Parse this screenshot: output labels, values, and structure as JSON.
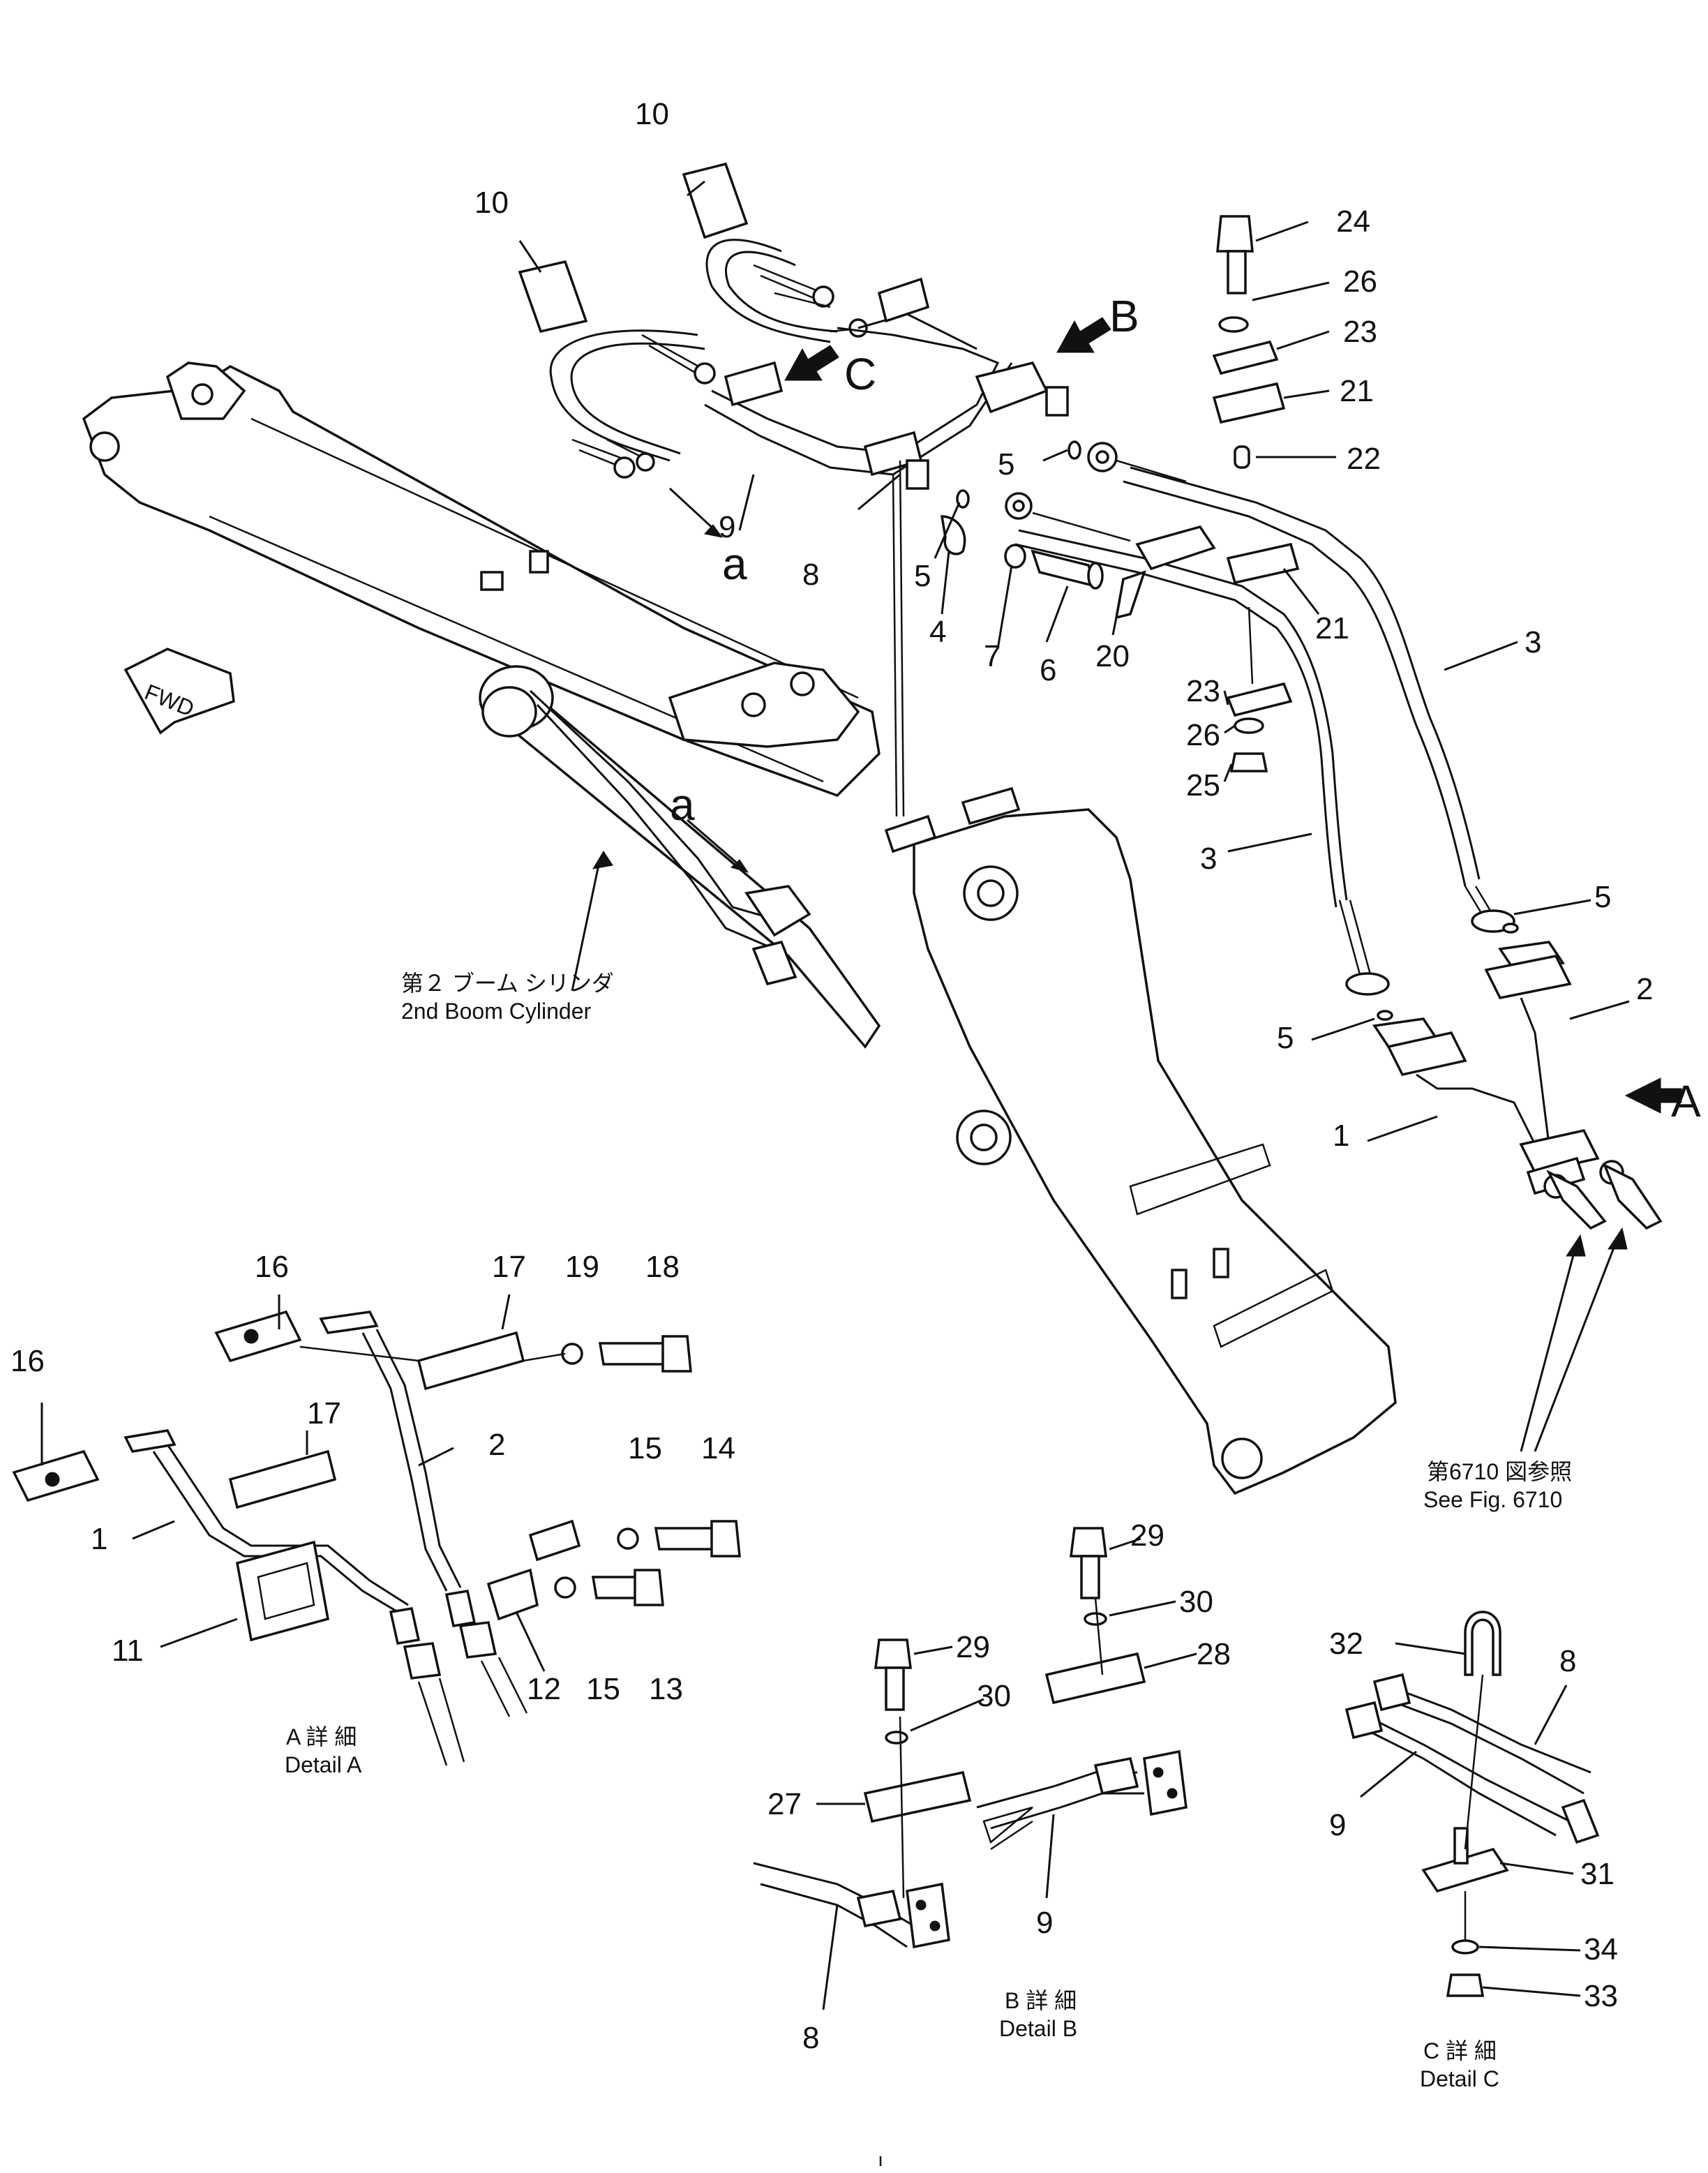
{
  "arrows": {
    "a": "A",
    "b": "B",
    "c": "C",
    "conn": "a"
  },
  "fwd_label": "FWD",
  "captions": {
    "boom_cyl_jp": "第２ ブーム シリンダ",
    "boom_cyl_en": "2nd Boom Cylinder",
    "see_fig_jp": "第6710 図参照",
    "see_fig_en": "See Fig. 6710",
    "detail_a_jp": "A 詳 細",
    "detail_a_en": "Detail A",
    "detail_b_jp": "B 詳 細",
    "detail_b_en": "Detail B",
    "detail_c_jp": "C 詳 細",
    "detail_c_en": "Detail C"
  },
  "callouts": {
    "n1": "1",
    "n2": "2",
    "n3": "3",
    "n4": "4",
    "n5": "5",
    "n6": "6",
    "n7": "7",
    "n8": "8",
    "n9": "9",
    "n10": "10",
    "n11": "11",
    "n12": "12",
    "n13": "13",
    "n14": "14",
    "n15": "15",
    "n16": "16",
    "n17": "17",
    "n18": "18",
    "n19": "19",
    "n20": "20",
    "n21": "21",
    "n22": "22",
    "n23": "23",
    "n24": "24",
    "n25": "25",
    "n26": "26",
    "n27": "27",
    "n28": "28",
    "n29": "29",
    "n30": "30",
    "n31": "31",
    "n32": "32",
    "n33": "33",
    "n34": "34"
  }
}
